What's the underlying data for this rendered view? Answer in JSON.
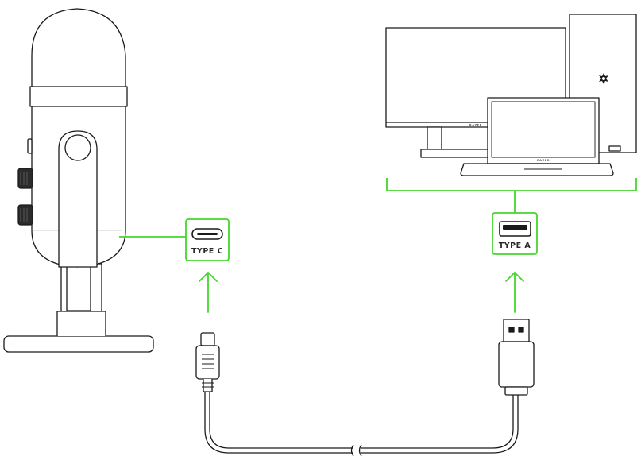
{
  "ports": {
    "mic_port_label": "TYPE C",
    "computer_port_label": "TYPE A"
  },
  "branding": {
    "monitor_text": "RAZER",
    "laptop_text": "RAZER"
  },
  "colors": {
    "accent": "#44d62c",
    "outline": "#1a1a1a",
    "fill": "#ffffff"
  },
  "icons": {
    "microphone": "microphone-icon",
    "monitor": "monitor-icon",
    "tower": "pc-tower-icon",
    "laptop": "laptop-icon",
    "cable": "usb-cable-icon",
    "razer_logo": "razer-logo-icon"
  }
}
